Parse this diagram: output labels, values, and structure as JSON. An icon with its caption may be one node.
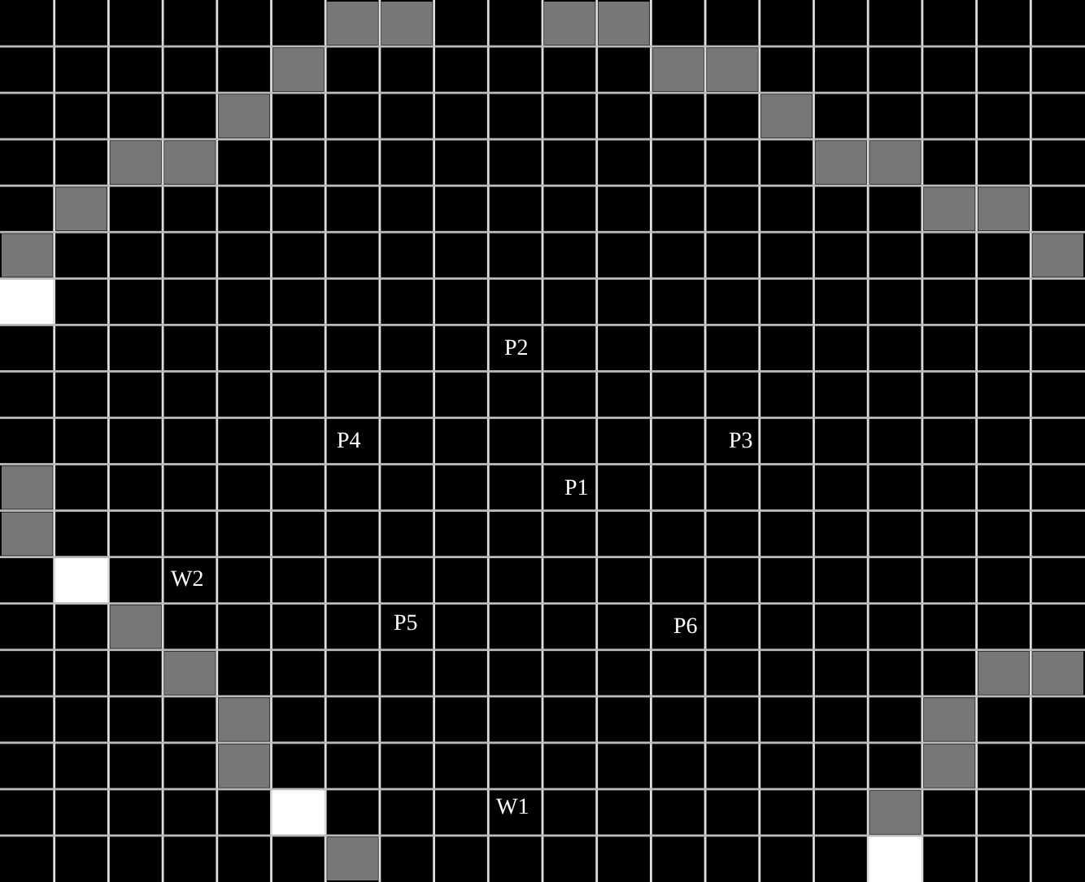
{
  "diagram": {
    "labels": [
      "P2",
      "P4",
      "P3",
      "P1",
      "W2",
      "P5",
      "P6",
      "W1"
    ]
  }
}
